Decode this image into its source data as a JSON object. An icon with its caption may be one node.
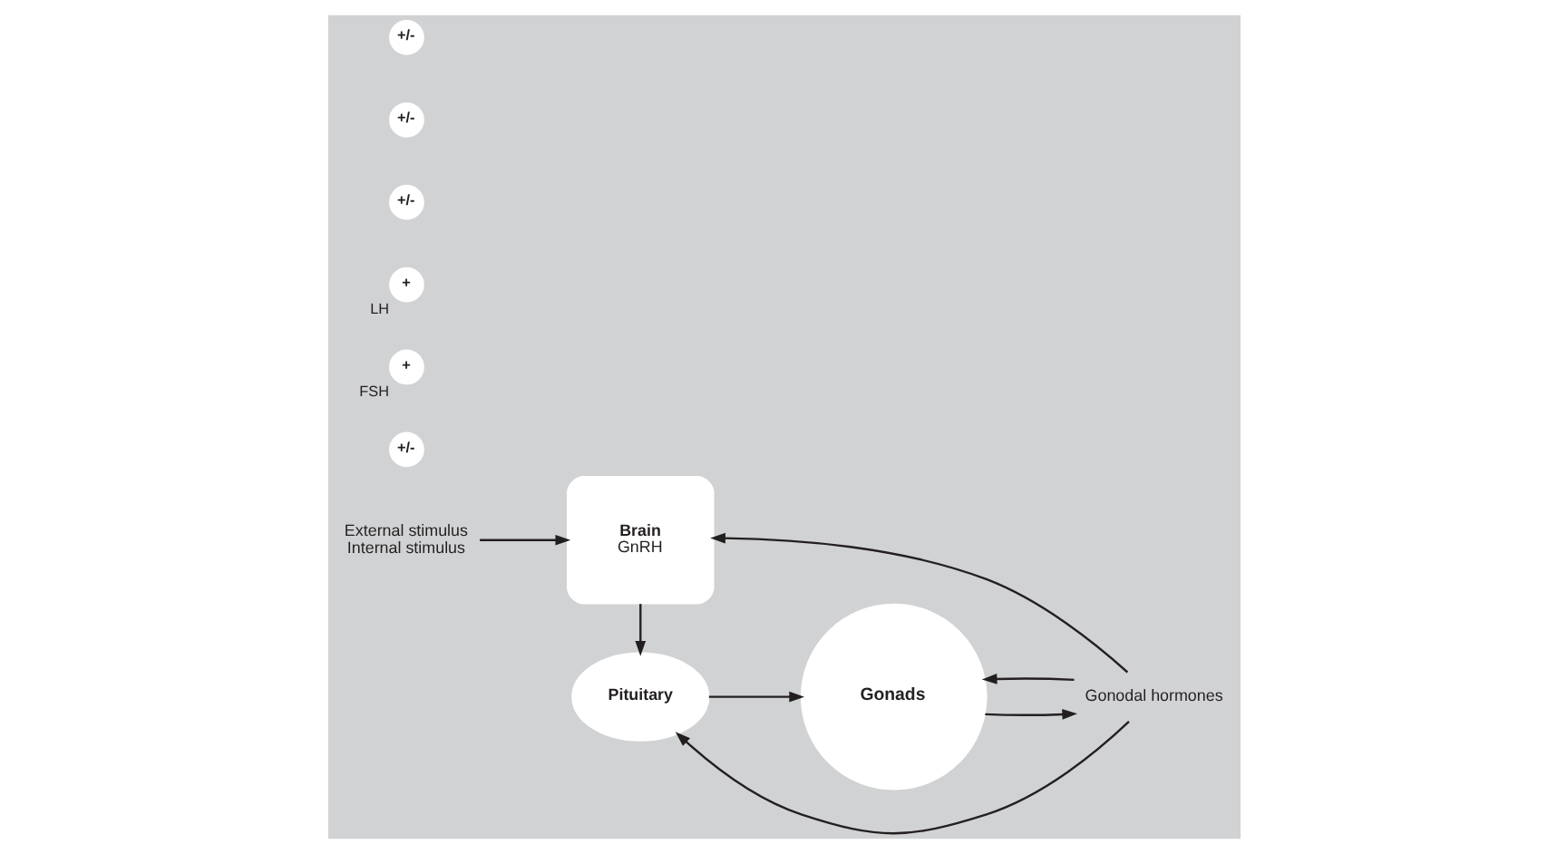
{
  "diagram": {
    "nodes": [
      {
        "text": [
          "External stimulus",
          "Internal stimulus"
        ]
      },
      {
        "text": [
          "Brain",
          "GnRH"
        ]
      },
      {
        "text": [
          "+/-"
        ]
      },
      {
        "text": [
          "Pituitary"
        ]
      },
      {
        "text": [
          "+"
        ],
        "beside": [
          "FSH"
        ]
      },
      {
        "text": [
          "Gonads"
        ]
      },
      {
        "text": [
          "Gonodal hormones"
        ]
      },
      {
        "text": [
          "+"
        ],
        "beside": [
          "LH"
        ]
      },
      {
        "text": [
          "+/-"
        ]
      },
      {
        "text": [
          "+/-"
        ]
      },
      {
        "text": [
          "+/-"
        ]
      }
    ],
    "edges": [
      {
        "from": 0,
        "to": 1,
        "arrow": "to"
      },
      {
        "from": 1,
        "to": 3,
        "arrow": "to"
      },
      {
        "from": 3,
        "to": 5,
        "arrow": "to"
      },
      {
        "from": 5,
        "to": 6,
        "arrow": "to"
      },
      {
        "from": 6,
        "to": 5,
        "arrow": "to"
      },
      {
        "from": 6,
        "to": 3,
        "arrow": "to"
      },
      {
        "from": 6,
        "to": 1,
        "arrow": "to"
      }
    ]
  }
}
